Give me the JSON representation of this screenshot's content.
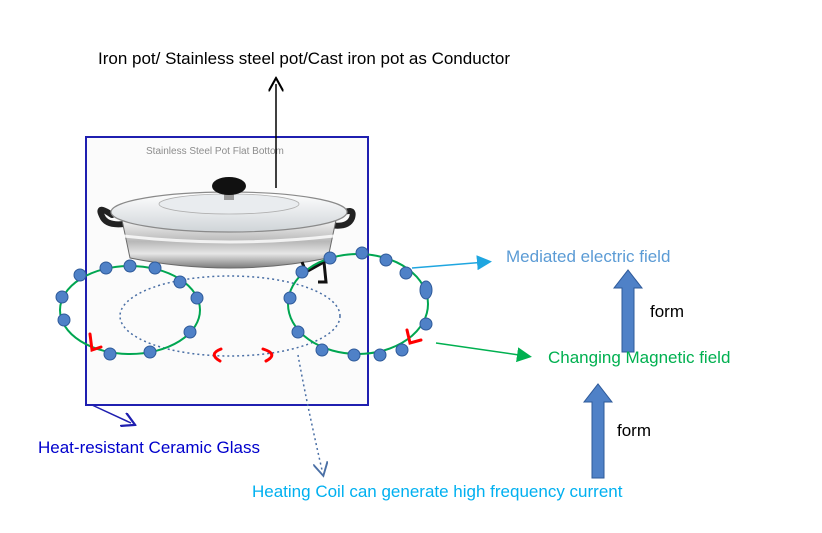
{
  "labels": {
    "title": "Iron pot/ Stainless steel pot/Cast iron pot as Conductor",
    "photo_caption": "Stainless  Steel Pot Flat Bottom",
    "electric_field": "Mediated electric field",
    "form_upper": "form",
    "magnetic_field": "Changing Magnetic field",
    "form_lower": "form",
    "ceramic_glass": "Heat-resistant Ceramic Glass",
    "heating_coil": "Heating Coil can generate high frequency current"
  },
  "colors": {
    "frame": "#1f1fb0",
    "coil_dots": "#4f81c7",
    "loop_line": "#00a651",
    "current_arrows": "#ff0000",
    "electric_arrow": "#1fa6e0",
    "magnetic_arrow": "#00b050",
    "block_arrow": "#4f81c7"
  }
}
